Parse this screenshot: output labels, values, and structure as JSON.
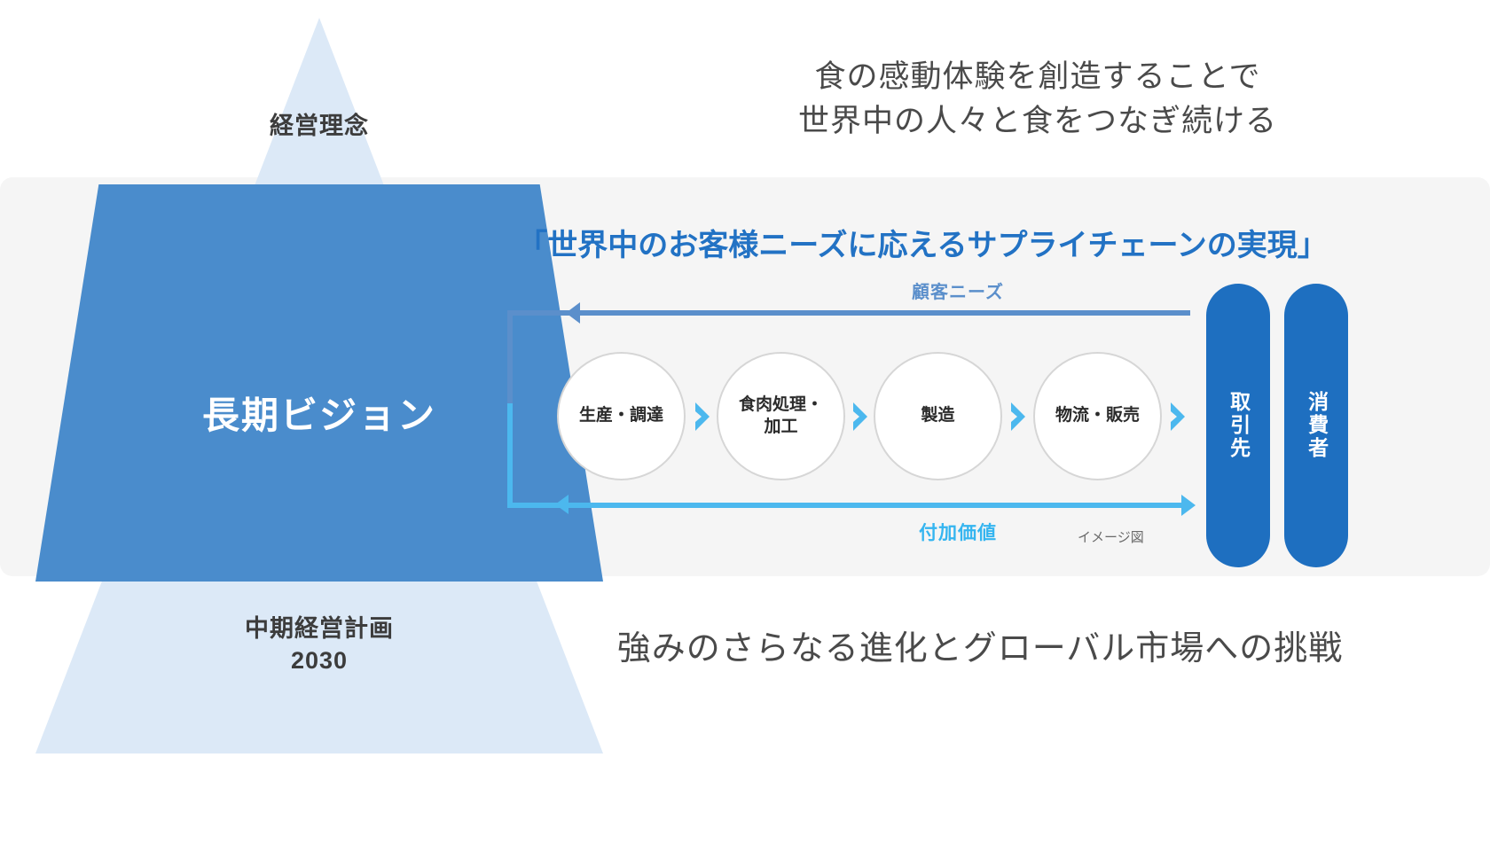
{
  "pyramid": {
    "philosophy_label": "経営理念",
    "vision_label": "長期ビジョン",
    "plan_label_line1": "中期経営計画",
    "plan_label_line2": "2030",
    "light_color": "#dce9f7",
    "mid_color": "#4a8ccc"
  },
  "mission": {
    "line1": "食の感動体験を創造することで",
    "line2": "世界中の人々と食をつなぎ続ける"
  },
  "band": {
    "title": "「世界中のお客様ニーズに応えるサプライチェーンの実現」",
    "title_color": "#2272c4",
    "background": "#f5f5f5"
  },
  "flow": {
    "steps": [
      {
        "label_line1": "生産・調達",
        "label_line2": ""
      },
      {
        "label_line1": "食肉処理・",
        "label_line2": "加工"
      },
      {
        "label_line1": "製造",
        "label_line2": ""
      },
      {
        "label_line1": "物流・販売",
        "label_line2": ""
      }
    ],
    "endpoints": [
      {
        "label": "取引先"
      },
      {
        "label": "消費者"
      }
    ],
    "top_arrow_label": "顧客ニーズ",
    "top_arrow_color": "#5b8fcb",
    "bottom_arrow_label": "付加価値",
    "bottom_arrow_color": "#4cb8ee",
    "chevron_color": "#4cb8ee",
    "endpoint_color": "#1e6fc0",
    "note": "イメージ図"
  },
  "strategy": {
    "text": "強みのさらなる進化とグローバル市場への挑戦"
  }
}
